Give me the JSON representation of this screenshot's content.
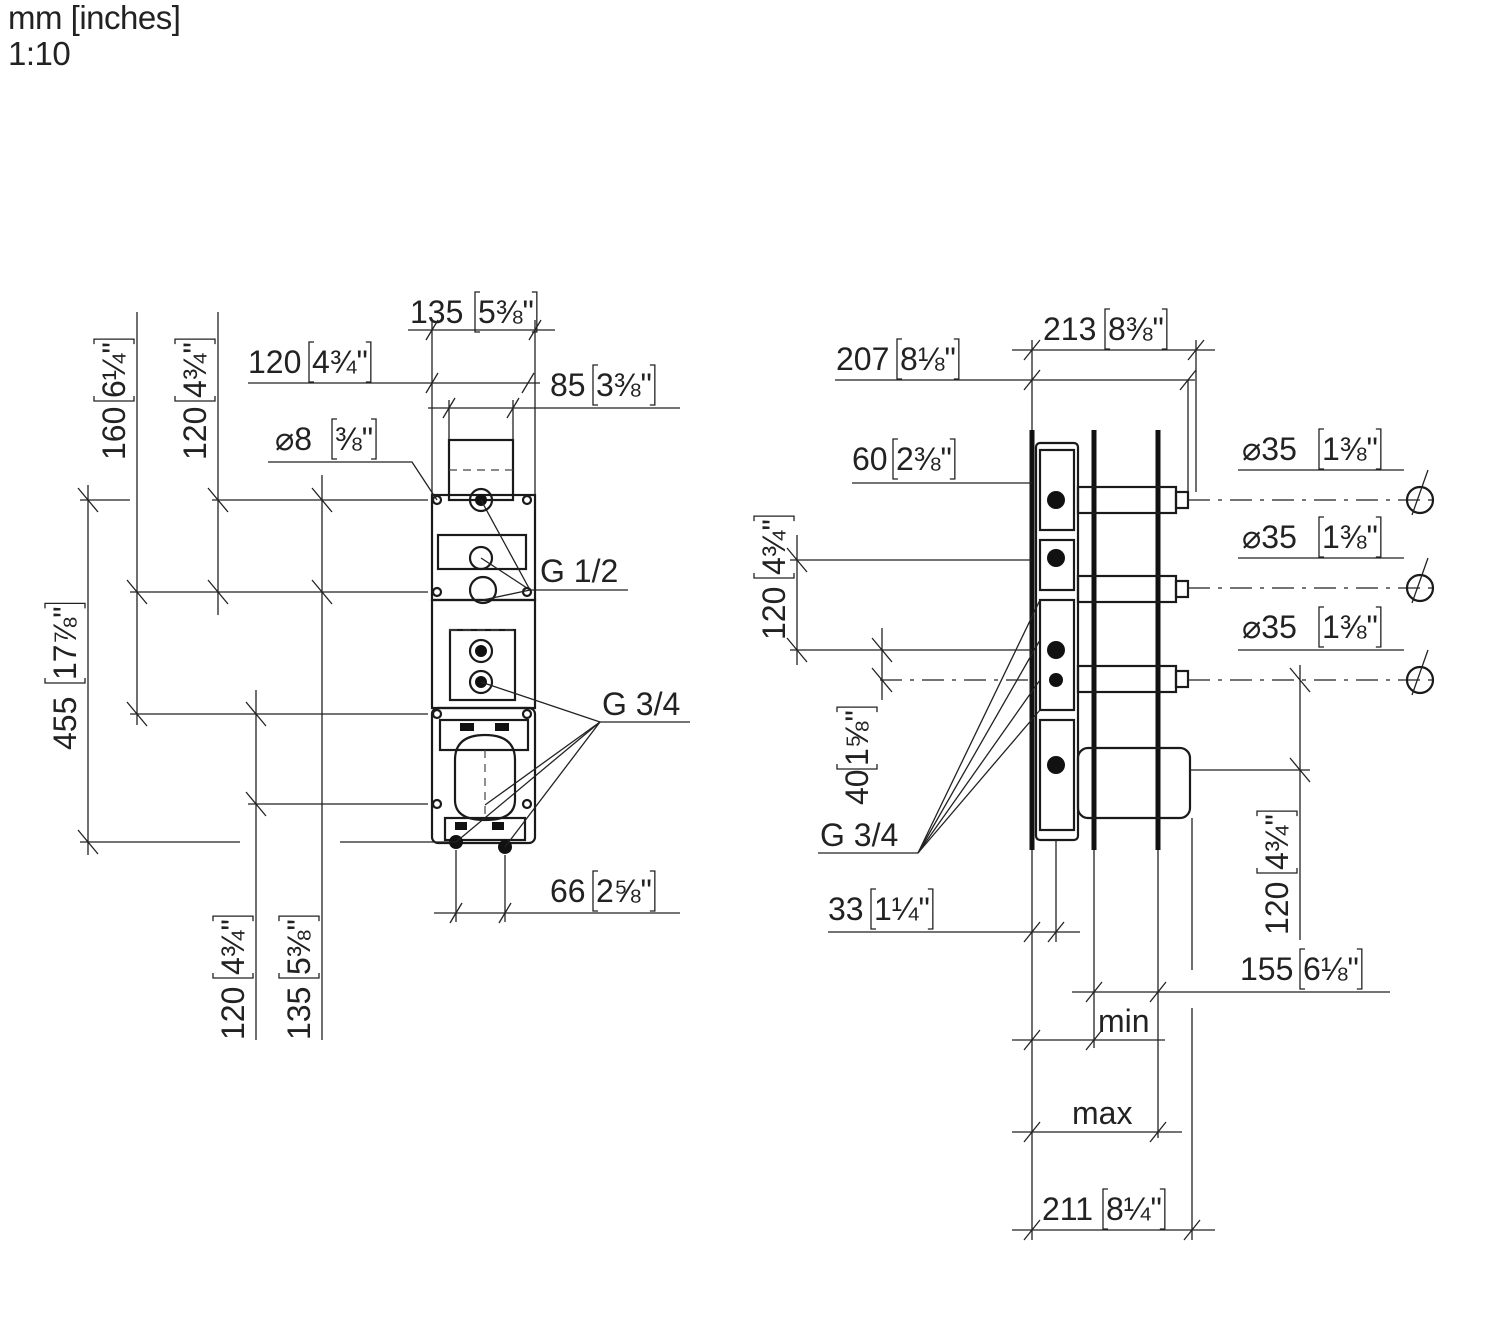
{
  "header": {
    "units": "mm [inches]",
    "scale": "1:10"
  },
  "front_view": {
    "dim_width_top": {
      "value": "135",
      "fraction": "5⅜\""
    },
    "dim_width_mid": {
      "value": "120",
      "fraction": "4¾\""
    },
    "dim_width_inner": {
      "value": "85",
      "fraction": "3⅜\""
    },
    "dim_hole": {
      "value": "⌀8",
      "fraction": "⅜\""
    },
    "dim_top_160": {
      "value": "160",
      "fraction": "6¼\""
    },
    "dim_top_120": {
      "value": "120",
      "fraction": "4¾\""
    },
    "dim_total_455": {
      "value": "455",
      "fraction": "17⅞\""
    },
    "dim_bottom_120": {
      "value": "120",
      "fraction": "4¾\""
    },
    "dim_bottom_135": {
      "value": "135",
      "fraction": "5⅜\""
    },
    "dim_outlets_66": {
      "value": "66",
      "fraction": "2⅝\""
    },
    "label_g12": "G 1/2",
    "label_g34": "G 3/4"
  },
  "side_view": {
    "dim_213": {
      "value": "213",
      "fraction": "8⅜\""
    },
    "dim_207": {
      "value": "207",
      "fraction": "8⅛\""
    },
    "dim_60": {
      "value": "60",
      "fraction": "2⅜\""
    },
    "dim_120_left": {
      "value": "120",
      "fraction": "4¾\""
    },
    "dim_40": {
      "value": "40",
      "fraction": "1⅝\""
    },
    "dim_120_right": {
      "value": "120",
      "fraction": "4¾\""
    },
    "dim_33": {
      "value": "33",
      "fraction": "1¼\""
    },
    "dim_155": {
      "value": "155",
      "fraction": "6⅛\""
    },
    "dim_211": {
      "value": "211",
      "fraction": "8¼\""
    },
    "dia_1": {
      "value": "⌀35",
      "fraction": "1⅜\""
    },
    "dia_2": {
      "value": "⌀35",
      "fraction": "1⅜\""
    },
    "dia_3": {
      "value": "⌀35",
      "fraction": "1⅜\""
    },
    "label_g34": "G 3/4",
    "label_min": "min",
    "label_max": "max"
  }
}
